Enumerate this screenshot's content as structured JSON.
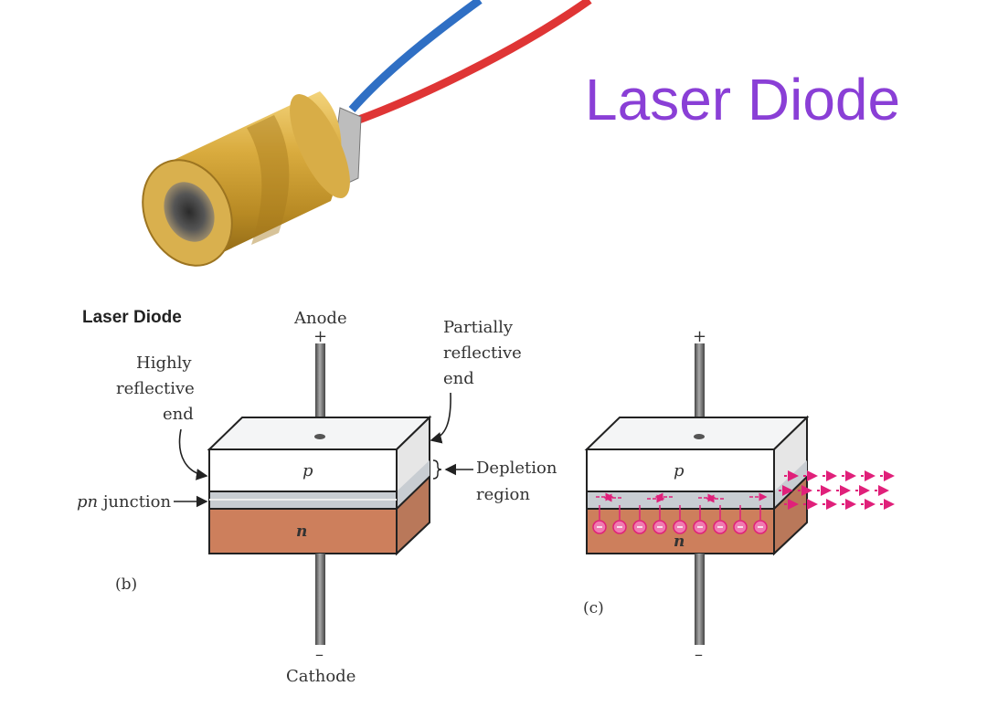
{
  "photo_title": "Laser Diode",
  "diagram_heading": "Laser Diode",
  "labels": {
    "anode": "Anode",
    "plus": "+",
    "minus": "–",
    "cathode": "Cathode",
    "highly_reflective": [
      "Highly",
      "reflective",
      "end"
    ],
    "partially_reflective": [
      "Partially",
      "reflective",
      "end"
    ],
    "depletion_region": [
      "Depletion",
      "region"
    ],
    "pn_italic": "pn",
    "pn_rest": " junction",
    "p_layer": "p",
    "n_layer": "n",
    "fig_b": "(b)",
    "fig_c": "(c)"
  },
  "colors": {
    "title_purple": "#8a3fd6",
    "n_region": "#cd7f5c",
    "depletion_gray": "#c8cdd2",
    "photon_magenta": "#e0207a",
    "brass": "#c9a13a",
    "wire_blue": "#3a7fd0",
    "wire_red": "#e03a3a"
  }
}
